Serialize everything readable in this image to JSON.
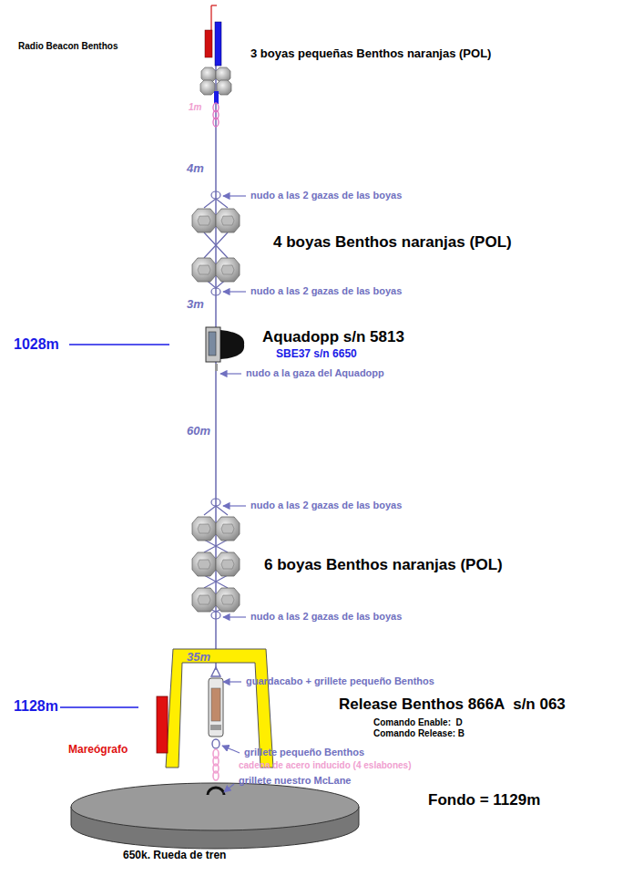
{
  "diagram": {
    "labels": [
      "Radio Beacon Benthos",
      "3 boyas pequeñas Benthos naranjas (POL)",
      "1m",
      "4m",
      "nudo a las 2 gazas de las boyas",
      "4 boyas Benthos naranjas (POL)",
      "nudo a las 2 gazas de las boyas",
      "3m",
      "1028m",
      "Aquadopp s/n 5813",
      "SBE37 s/n 6650",
      "nudo a la gaza del Aquadopp",
      "60m",
      "nudo a las 2 gazas de las boyas",
      "6 boyas Benthos naranjas (POL)",
      "nudo a las 2 gazas de las boyas",
      "35m",
      "guardacabo + grillete pequeño Benthos",
      "Release Benthos 866A  s/n 063",
      "Comando Enable:  D",
      "Comando Release: B",
      "1128m",
      "Mareógrafo",
      "grillete pequeño Benthos",
      "cadena de acero inducido (4 eslabones)",
      "grillete nuestro McLane",
      "Fondo = 1129m",
      "650k. Rueda de tren"
    ]
  }
}
